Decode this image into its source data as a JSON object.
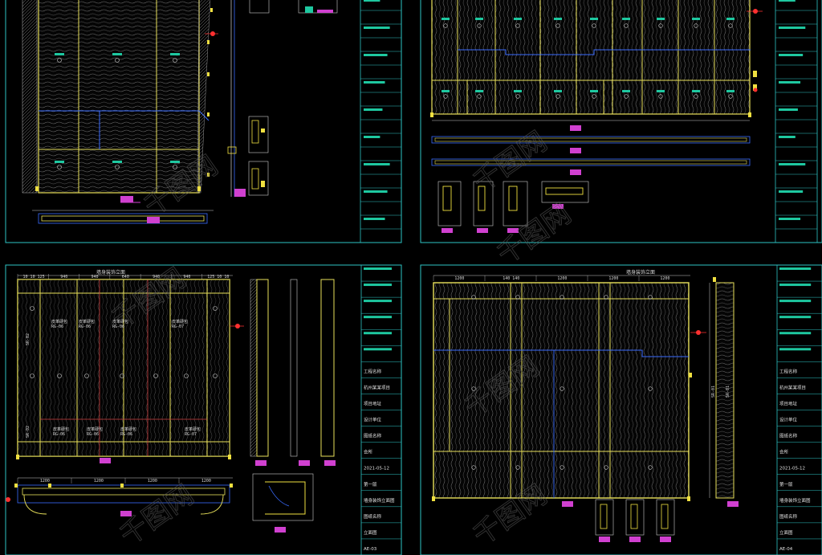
{
  "colors": {
    "background": "#000000",
    "frame": "#2ec4c4",
    "panel_line": "#e8e05a",
    "dimension": "#3a6cff",
    "tag": "#1ec8a0",
    "callout": "#d040d0",
    "marker": "#ff3030",
    "detail": "#f0e040"
  },
  "watermark": "千图网",
  "icons": [
    "drawing-sheet-icon",
    "section-callout-icon",
    "elevation-marker-icon"
  ],
  "sheets": [
    {
      "id": "top-left",
      "title_block": [],
      "dimensions": [],
      "labels": []
    },
    {
      "id": "top-right",
      "title_block": [],
      "dimensions": [],
      "labels": []
    },
    {
      "id": "bottom-left",
      "header_label": "墙身装饰立面",
      "dimensions_top": [
        "10 10 125",
        "940",
        "940",
        "640",
        "940",
        "940",
        "125 10 10"
      ],
      "dimensions_bottom": [
        "1200",
        "1200",
        "1200",
        "1200"
      ],
      "panel_labels": [
        "皮革硬包",
        "RG-06",
        "皮革硬包",
        "RG-06",
        "皮革硬包",
        "RG-06",
        "皮革硬包",
        "RG-07"
      ],
      "side_labels": [
        "SR-02",
        "SR-02"
      ],
      "title_block": [
        "工程名称",
        "杭州某某项目",
        "项目地址",
        "设计单位",
        "图纸名称",
        "会所",
        "2021-05-12",
        "第一版",
        "墙身装饰立面图",
        "图纸名称",
        "立面图",
        "AE-03"
      ]
    },
    {
      "id": "bottom-right",
      "header_label": "墙身装饰立面",
      "dimensions_top": [
        "1200",
        "140 140",
        "1200",
        "1200",
        "1200"
      ],
      "side_labels": [
        "SR-01",
        "SR-01"
      ],
      "title_block": [
        "工程名称",
        "杭州某某项目",
        "项目地址",
        "设计单位",
        "图纸名称",
        "会所",
        "2021-05-12",
        "第一版",
        "墙身装饰立面图",
        "图纸名称",
        "立面图",
        "AE-04"
      ]
    }
  ]
}
